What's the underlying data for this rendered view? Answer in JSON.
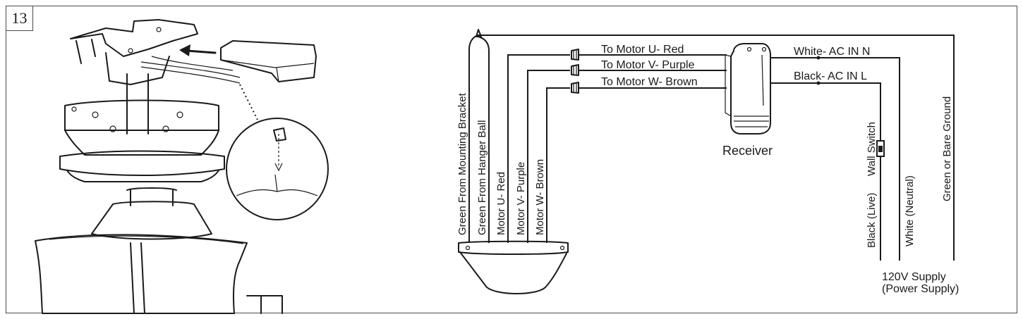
{
  "step_number": "13",
  "labels": {
    "to_motor_u": "To Motor U- Red",
    "to_motor_v": "To Motor V- Purple",
    "to_motor_w": "To Motor W- Brown",
    "white_ac_in": "White- AC IN N",
    "black_ac_in": "Black- AC IN L",
    "receiver": "Receiver",
    "green_bracket": "Green From Mounting Bracket",
    "green_ball": "Green From Hanger Ball",
    "motor_u_red": "Motor U- Red",
    "motor_v_purple": "Motor V- Purple",
    "motor_w_brown": "Motor W- Brown",
    "wall_switch": "Wall Switch",
    "black_live": "Black (Live)",
    "white_neutral": "White (Neutral)",
    "green_ground": "Green or Bare Ground",
    "supply_line1": "120V Supply",
    "supply_line2": "(Power Supply)"
  }
}
